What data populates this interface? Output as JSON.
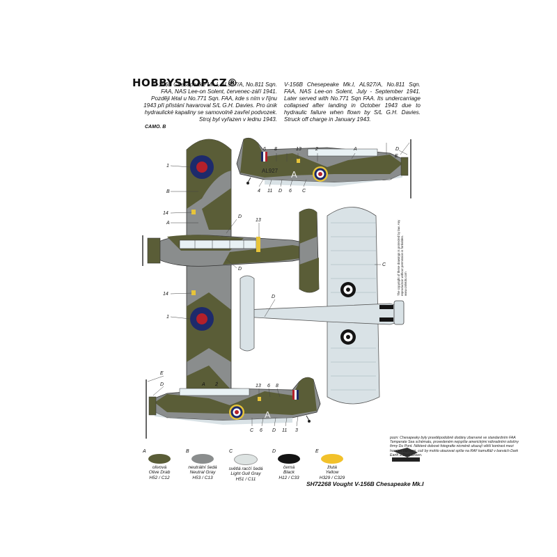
{
  "watermark": "HOBBYSHOP.CZ®",
  "camo_label": "CAMO. B",
  "text_cz": "V-156B Chesapeake Mk.I, AL927/A, No.811 Sqn. FAA, NAS Lee-on Solent, červenec-září 1941. Později létal u No.771 Sqn. FAA, kde s ním v říjnu 1943 při přistání havaroval S/L G.H. Davies. Pro únik hydraulické kapaliny se samovolně zavřel podvozek. Stroj byl vyřazen v lednu 1943.",
  "text_en": "V-156B Chesepeake Mk.I, AL927/A, No.811 Sqn. FAA, NAS Lee-on Solent, July - September 1941. Later served with No.771 Sqn FAA. Its undercarriage collapsed after landing in October 1943 due to hydraulic failure when flown by S/L G.H. Davies. Struck off charge in January 1943.",
  "serial": "AL927",
  "code_letter": "A",
  "callouts": {
    "top_view": [
      "1",
      "B",
      "14",
      "A",
      "D",
      "13",
      "D",
      "14",
      "1"
    ],
    "side_right": [
      "E",
      "D",
      "6",
      "8",
      "13",
      "2",
      "A",
      "4",
      "11",
      "D",
      "6",
      "C"
    ],
    "bottom_view": [
      "C",
      "D"
    ],
    "side_left": [
      "E",
      "D",
      "A",
      "2",
      "13",
      "6",
      "8",
      "C",
      "6",
      "D",
      "11",
      "3"
    ]
  },
  "note": "pozn: Chesapeaky byly pravděpodobně dodány zbarvené ve standardním FAA Temperate Sea schématu, provedeném nejspíše americkými náhradními odstíny firmy Du Pont. Některé dobové fotografie nicméně ukazují větší kontrast mezi horními barvami, což by mohlo ukazovat spíše na RAF kamufláž v barvách Dark Earth a Dark Green.",
  "legend": [
    {
      "letter": "A",
      "cz": "olivová",
      "en": "Olive Drab",
      "code": "H52 / C12",
      "color": "#5a5d37"
    },
    {
      "letter": "B",
      "cz": "neutrální šedá",
      "en": "Neutral Gray",
      "code": "H53 / C13",
      "color": "#8a8d8d"
    },
    {
      "letter": "C",
      "cz": "světlá racčí šedá",
      "en": "Light Gull Gray",
      "code": "H51 / C11",
      "color": "#d8dcdb"
    },
    {
      "letter": "D",
      "cz": "černá",
      "en": "Black",
      "code": "H12 / C33",
      "color": "#141414"
    },
    {
      "letter": "E",
      "cz": "žlutá",
      "en": "Yellow",
      "code": "H329 / C329",
      "color": "#f2c12a"
    }
  ],
  "product_title": "SH72268 Vought V-156B Chesapeake Mk.I",
  "stamp_text": "The copyright of these drawings is protected by law. Any reproduction without permission is forbidden. www.cmkkits.com",
  "colors": {
    "olive": "#5a5d37",
    "gray": "#8a8d8d",
    "light": "#d9e2e6",
    "roundel_blue": "#1d2a6b",
    "roundel_red": "#b3202a",
    "yellow": "#e7c43a"
  }
}
